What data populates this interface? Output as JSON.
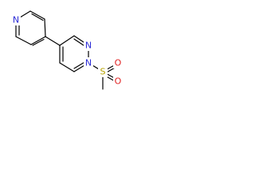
{
  "molecule": {
    "atoms": [
      {
        "id": "n_pyr",
        "label": "N",
        "color": "#2b2bd6"
      },
      {
        "id": "n3",
        "label": "N",
        "color": "#2b2bd6"
      },
      {
        "id": "n1",
        "label": "N",
        "color": "#2b2bd6"
      },
      {
        "id": "s",
        "label": "S",
        "color": "#b8a400"
      },
      {
        "id": "o_up",
        "label": "O",
        "color": "#e02020"
      },
      {
        "id": "o_down",
        "label": "O",
        "color": "#e02020"
      }
    ]
  }
}
